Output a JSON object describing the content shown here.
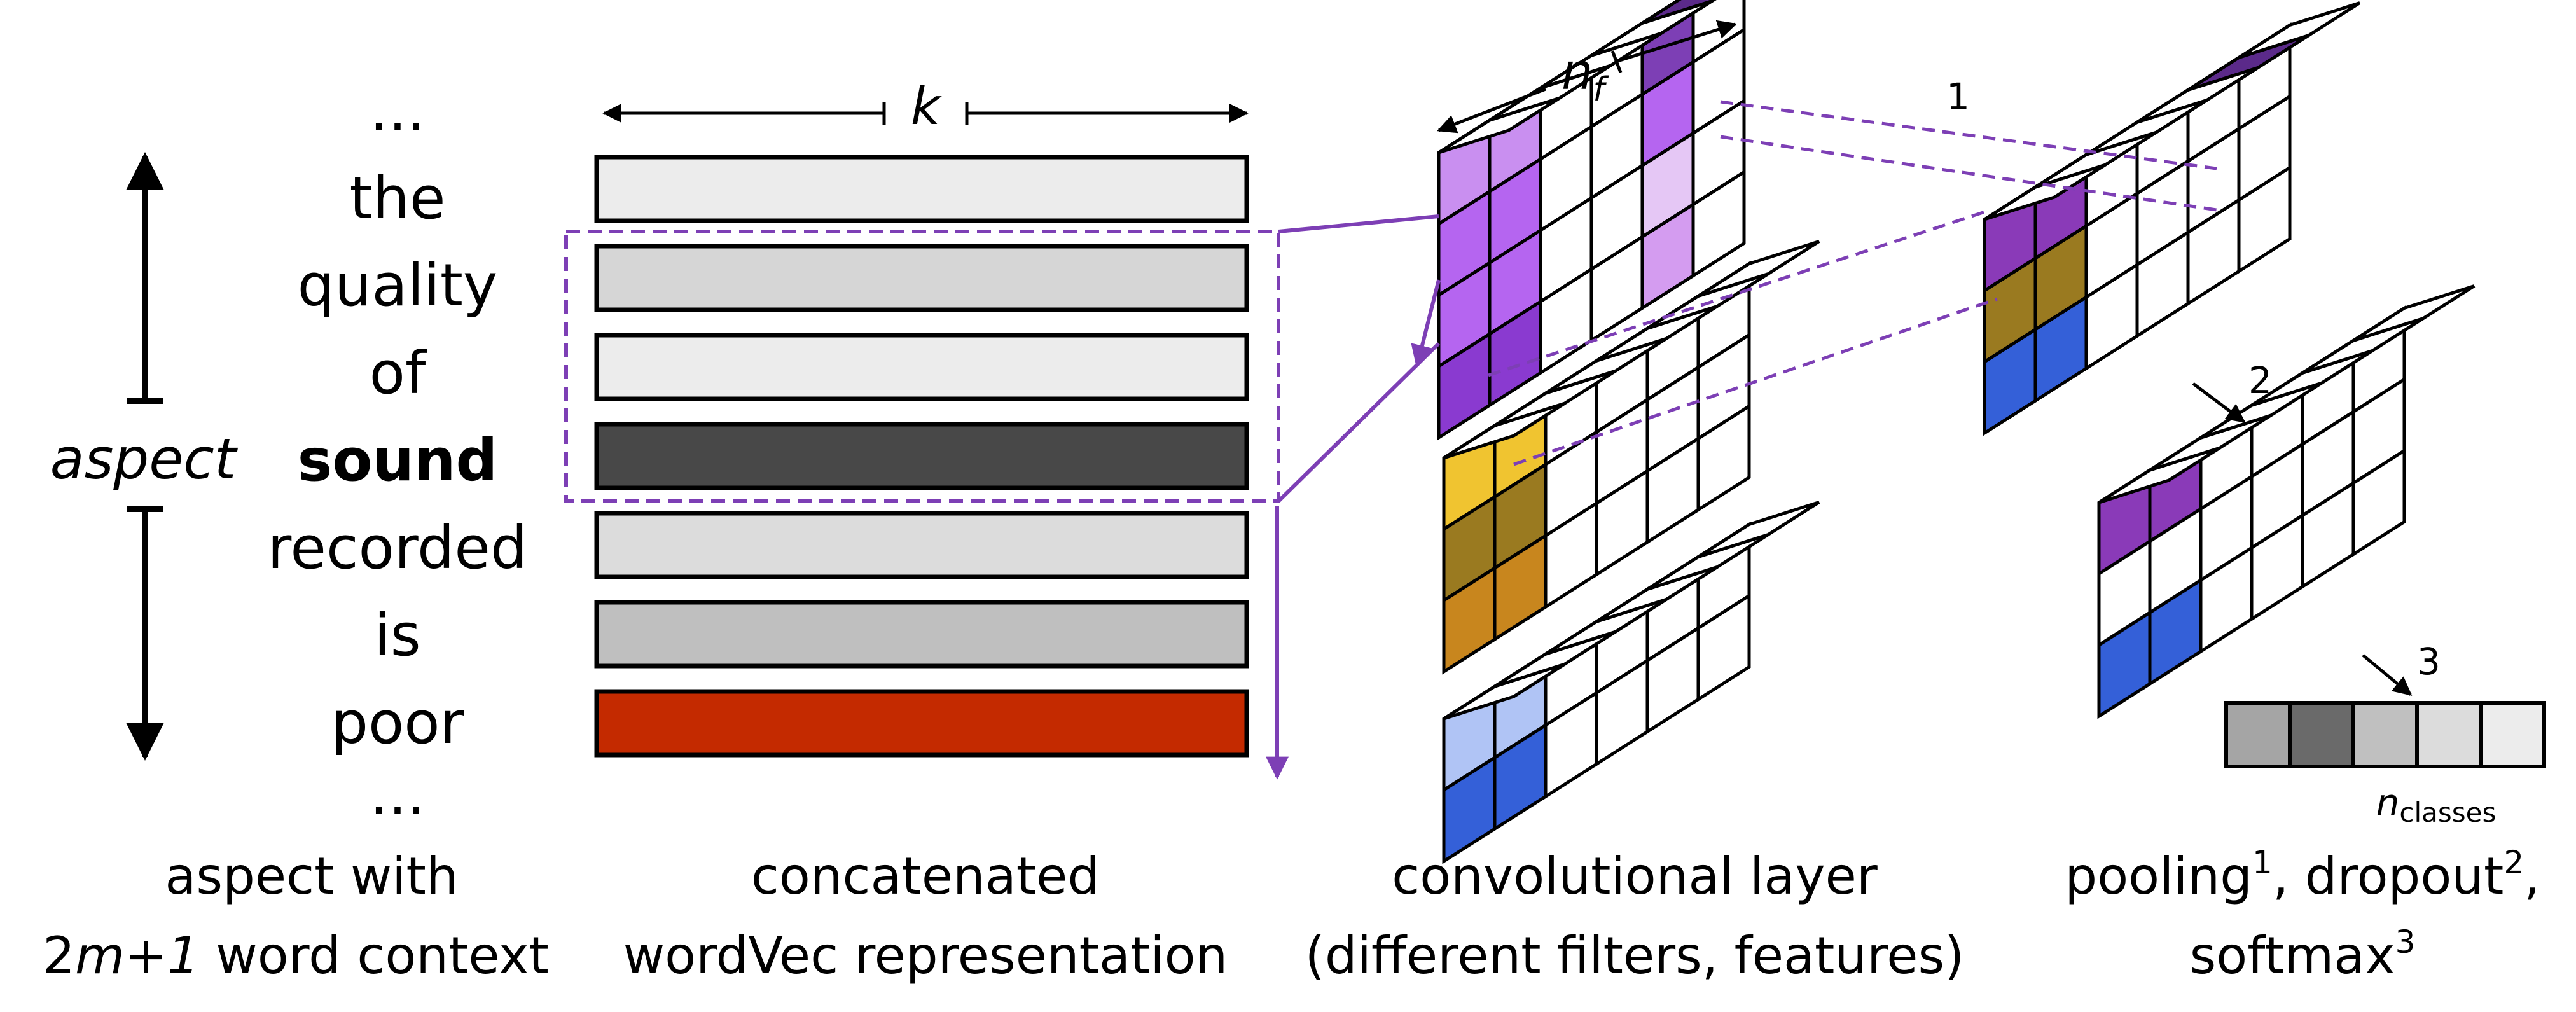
{
  "words": {
    "ellipsis_top": "...",
    "the": "the",
    "quality": "quality",
    "of": "of",
    "sound": "sound",
    "recorded": "recorded",
    "is": "is",
    "poor": "poor",
    "ellipsis_bottom": "..."
  },
  "aspect_label": "aspect",
  "k_label": "k",
  "nf_label": "n",
  "nf_sub": "f",
  "step_labels": {
    "one": "1",
    "two": "2",
    "three": "3"
  },
  "nclasses_label": "n",
  "nclasses_sub": "classes",
  "captions": {
    "aspect_line1": "aspect with",
    "aspect_line2_a": "2",
    "aspect_line2_m": "m",
    "aspect_line2_b": "+",
    "aspect_line2_one": "1",
    "aspect_line2_c": " word context",
    "concat_line1": "concatenated",
    "concat_line2": "wordVec representation",
    "conv_line1": "convolutional layer",
    "conv_line2": "(different filters, features)",
    "pool_line1_a": "pooling",
    "pool_sup1": "1",
    "pool_line1_b": ", dropout",
    "pool_sup2": "2",
    "pool_line1_c": ",",
    "pool_line2": "softmax",
    "pool_sup3": "3"
  },
  "colors": {
    "aspect": "#6b4a1e",
    "poor": "#d63a1a",
    "accent": "#7d3fb5",
    "red_bar": "#c42a00",
    "dark_bar": "#484848"
  },
  "word_bar_fills": [
    "#ececec",
    "#d6d6d6",
    "#ececec",
    "#484848",
    "#dcdcdc",
    "#bfbfbf",
    "#c42a00"
  ],
  "softmax_fills": [
    "#a5a5a5",
    "#6a6a6a",
    "#c0c0c0",
    "#dcdcdc",
    "#ececec"
  ]
}
